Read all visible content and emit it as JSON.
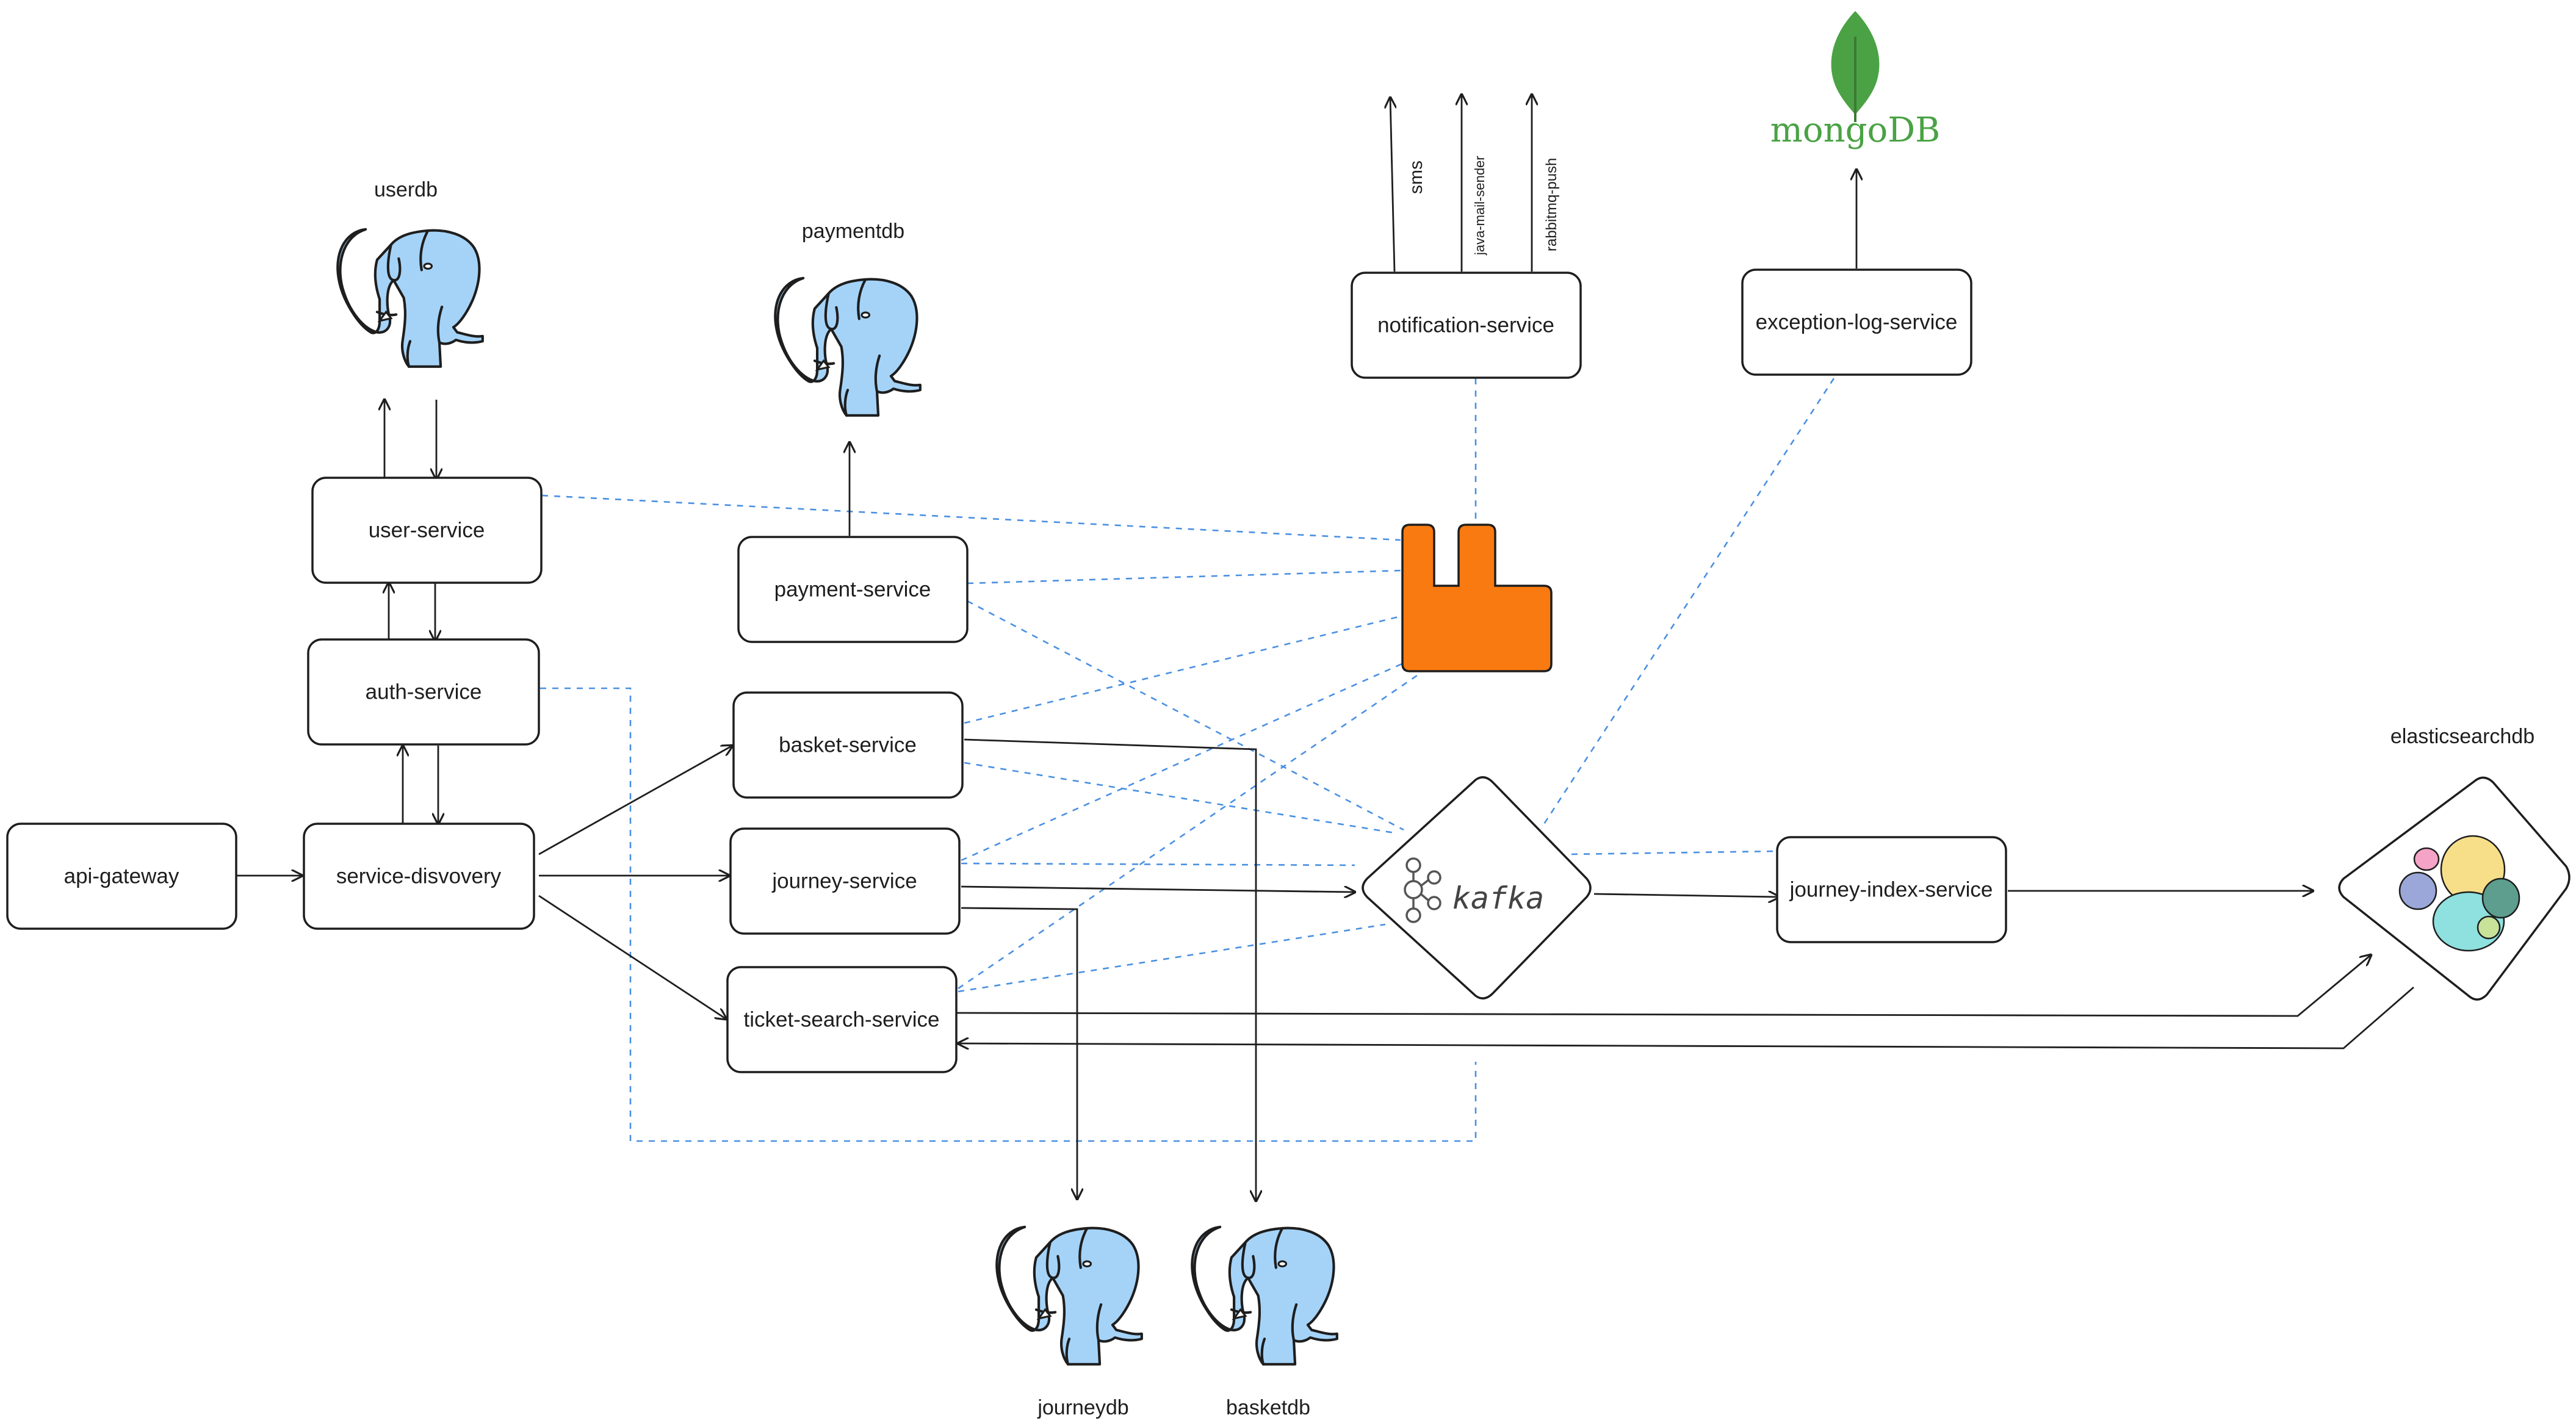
{
  "services": {
    "api_gateway": "api-gateway",
    "service_discovery": "service-disvovery",
    "auth_service": "auth-service",
    "user_service": "user-service",
    "payment_service": "payment-service",
    "basket_service": "basket-service",
    "journey_service": "journey-service",
    "ticket_search_service": "ticket-search-service",
    "notification_service": "notification-service",
    "exception_log_service": "exception-log-service",
    "journey_index_service": "journey-index-service"
  },
  "databases": {
    "userdb": "userdb",
    "paymentdb": "paymentdb",
    "journeydb": "journeydb",
    "basketdb": "basketdb",
    "elasticsearchdb": "elasticsearchdb",
    "mongodb_logo": "mongoDB"
  },
  "brokers": {
    "kafka_label": "kafka"
  },
  "notification_channels": [
    "sms",
    "java-mail-sender",
    "rabbitmq-push"
  ],
  "icons": {
    "postgres": "postgresql-elephant-icon",
    "rabbitmq": "rabbitmq-icon",
    "kafka": "kafka-icon",
    "mongodb": "mongodb-leaf-icon",
    "elasticsearch": "elasticsearch-icon"
  },
  "colors": {
    "box_stroke": "#1e1e1e",
    "dashed_link": "#4a90e2",
    "postgres_fill": "#a5d3f8",
    "rabbitmq_fill": "#f97a10",
    "mongodb_green": "#4aa244"
  }
}
